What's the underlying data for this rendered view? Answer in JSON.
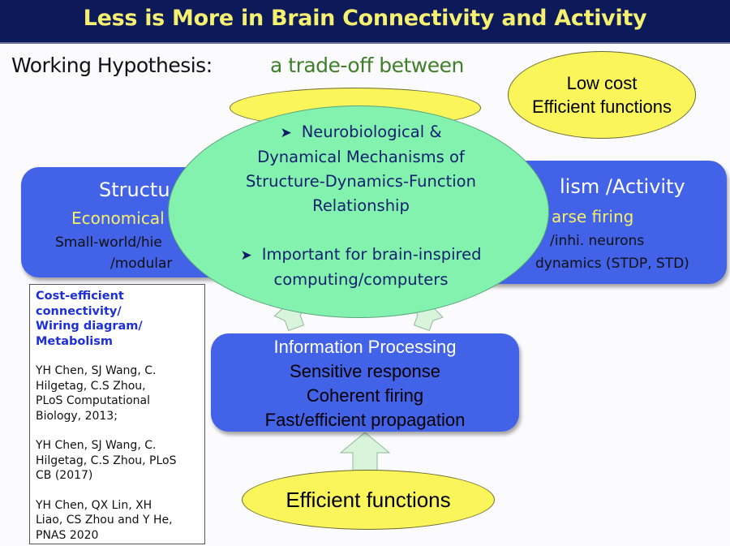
{
  "title": "Less is More in Brain Connectivity and Activity",
  "hypothesis": {
    "label": "Working Hypothesis:",
    "value": "a trade-off between"
  },
  "low_cost_ellipse": [
    "Low cost",
    "Efficient functions"
  ],
  "structure_box": {
    "title": "Structu",
    "subtitle": "Economical",
    "lines": [
      "Small-world/hie",
      "/modular"
    ]
  },
  "metabolism_box": {
    "title": "lism /Activity",
    "subtitle": "arse firing",
    "lines": [
      "/inhi. neurons",
      "dynamics (STDP, STD)"
    ]
  },
  "green_ellipse": {
    "bullets": [
      "Neurobiological & Dynamical Mechanisms of Structure-Dynamics-Function Relationship",
      "Important for brain-inspired computing/computers"
    ],
    "bullet1_lines": [
      "Neurobiological &",
      "Dynamical Mechanisms of",
      "Structure-Dynamics-Function",
      "Relationship"
    ],
    "bullet2_lines": [
      "Important for brain-inspired",
      "computing/computers"
    ]
  },
  "references": {
    "heading": [
      "Cost-efficient",
      "connectivity/",
      "Wiring diagram/",
      "Metabolism"
    ],
    "items": [
      [
        "YH Chen, SJ Wang, C.",
        "Hilgetag, C.S Zhou,",
        "PLoS Computational",
        "Biology, 2013;"
      ],
      [
        "YH Chen, SJ Wang, C.",
        "Hilgetag, C.S Zhou, PLoS",
        "CB (2017)"
      ],
      [
        "YH Chen, QX Lin, XH",
        "Liao, CS Zhou and Y He,",
        "PNAS 2020"
      ]
    ]
  },
  "info_box": {
    "title": "Information Processing",
    "lines": [
      "Sensitive response",
      "Coherent firing",
      "Fast/efficient propagation"
    ]
  },
  "efficient_functions": "Efficient functions",
  "colors": {
    "title_bg": "#0c1a5a",
    "title_text": "#f5f070",
    "blue_box": "#4262e8",
    "green_ellipse": "#83f2ae",
    "yellow_ellipse": "#fbf55c",
    "arrow_fill": "#d8f5dc"
  }
}
